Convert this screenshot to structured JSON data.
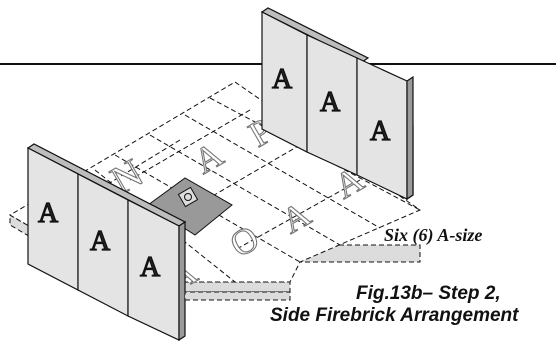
{
  "figure": {
    "caption_line1": "Fig.13b– Step 2,",
    "caption_line2": "Side Firebrick Arrangement",
    "note": "Six (6)  A-size"
  },
  "bricks": {
    "right_wall": [
      "A",
      "A",
      "A"
    ],
    "left_wall": [
      "A",
      "A",
      "A"
    ]
  },
  "floor_letters": [
    "N",
    "A",
    "P",
    "A",
    "A",
    "O",
    "A"
  ]
}
